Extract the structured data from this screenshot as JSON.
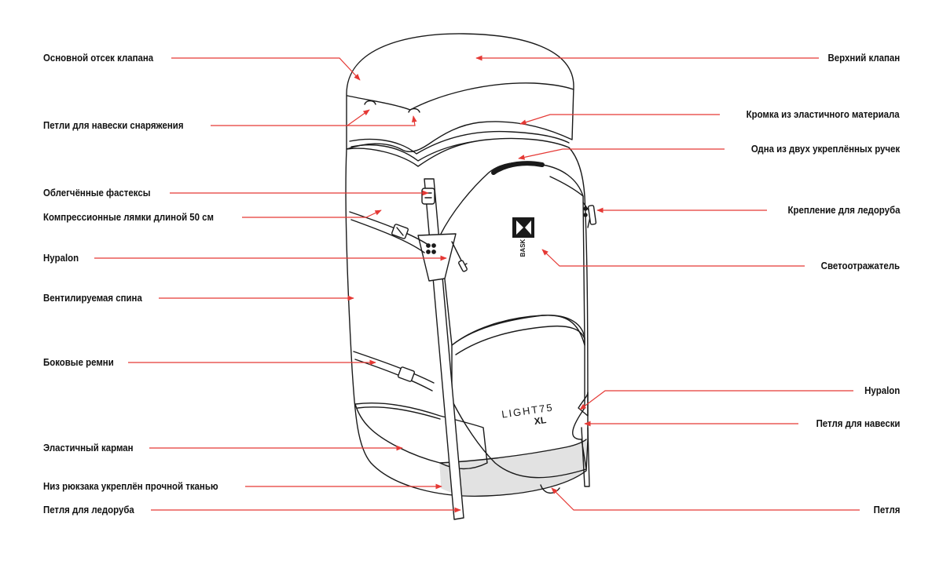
{
  "labels_left": [
    {
      "id": "valve-main-compartment",
      "text": "Основной отсек клапана"
    },
    {
      "id": "gear-loops",
      "text": "Петли для навески снаряжения"
    },
    {
      "id": "lightweight-buckles",
      "text": "Облегчённые фастексы"
    },
    {
      "id": "compression-straps",
      "text": "Компрессионные лямки длиной 50 см"
    },
    {
      "id": "hypalon-left",
      "text": "Hypalon"
    },
    {
      "id": "ventilated-back",
      "text": "Вентилируемая спина"
    },
    {
      "id": "side-straps",
      "text": "Боковые ремни"
    },
    {
      "id": "elastic-pocket",
      "text": "Эластичный карман"
    },
    {
      "id": "reinforced-bottom",
      "text": "Низ рюкзака укреплён прочной тканью"
    },
    {
      "id": "ice-axe-loop",
      "text": "Петля для ледоруба"
    }
  ],
  "labels_right": [
    {
      "id": "top-valve",
      "text": "Верхний клапан"
    },
    {
      "id": "elastic-edge",
      "text": "Кромка из эластичного материала"
    },
    {
      "id": "reinforced-handle",
      "text": "Одна из двух укреплённых ручек"
    },
    {
      "id": "ice-axe-mount",
      "text": "Крепление для ледоруба"
    },
    {
      "id": "reflector",
      "text": "Светоотражатель"
    },
    {
      "id": "hypalon-right",
      "text": "Hypalon"
    },
    {
      "id": "hanging-loop",
      "text": "Петля для навески"
    },
    {
      "id": "loop",
      "text": "Петля"
    }
  ],
  "backpack": {
    "model_line1": "LIGHT75",
    "model_line2": "XL",
    "brand": "BASK"
  },
  "colors": {
    "leader_line": "#e53935",
    "outline": "#1a1a1a",
    "text": "#111111"
  }
}
